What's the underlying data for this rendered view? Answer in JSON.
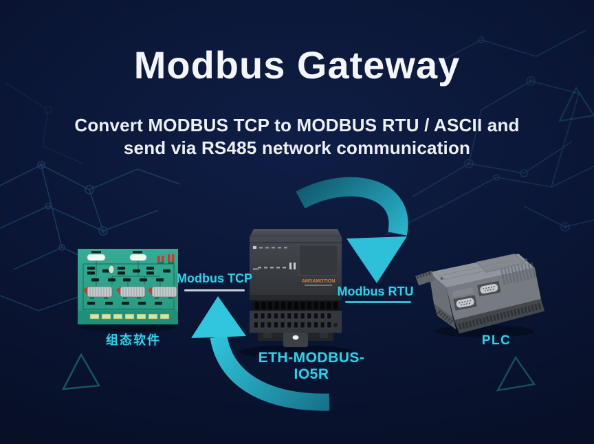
{
  "header": {
    "title": "Modbus Gateway",
    "subtitle_line1": "Convert MODBUS TCP to MODBUS RTU / ASCII and",
    "subtitle_line2": "send via RS485 network communication"
  },
  "diagram": {
    "scada_label": "组态软件",
    "gateway_label": "ETH-MODBUS-IO5R",
    "gateway_brand": "AMSAMOTION",
    "plc_label": "PLC",
    "modbus_tcp_label": "Modbus TCP",
    "modbus_rtu_label": "Modbus RTU"
  },
  "colors": {
    "background_navy": "#0a1533",
    "accent_cyan": "#35cfe6",
    "arrow_teal": "#2bbdd6",
    "tcp_underline": "#c9d0d6",
    "rtu_underline": "#2fbcd4",
    "scada_green": "#2ba08b",
    "title_white": "#f3f5f8",
    "brand_orange": "#c9863f"
  }
}
